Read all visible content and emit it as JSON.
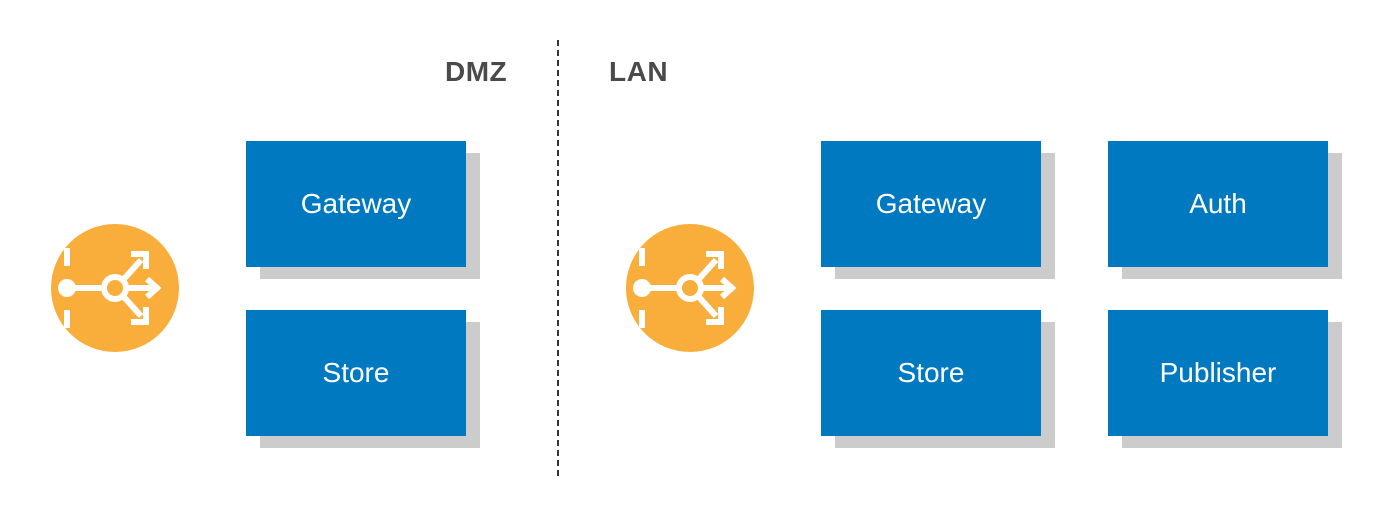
{
  "zones": {
    "dmz": "DMZ",
    "lan": "LAN"
  },
  "dmz": {
    "load_balancer_icon": "load-balancer-icon",
    "nodes": [
      "Gateway",
      "Store"
    ]
  },
  "lan": {
    "load_balancer_icon": "load-balancer-icon",
    "nodes": [
      "Gateway",
      "Auth",
      "Store",
      "Publisher"
    ]
  },
  "colors": {
    "node_fill": "#0079c1",
    "node_shadow": "#cccccc",
    "node_text": "#ffffff",
    "load_balancer": "#f9ae3c",
    "label_text": "#4a4a4a",
    "divider": "#333333"
  }
}
